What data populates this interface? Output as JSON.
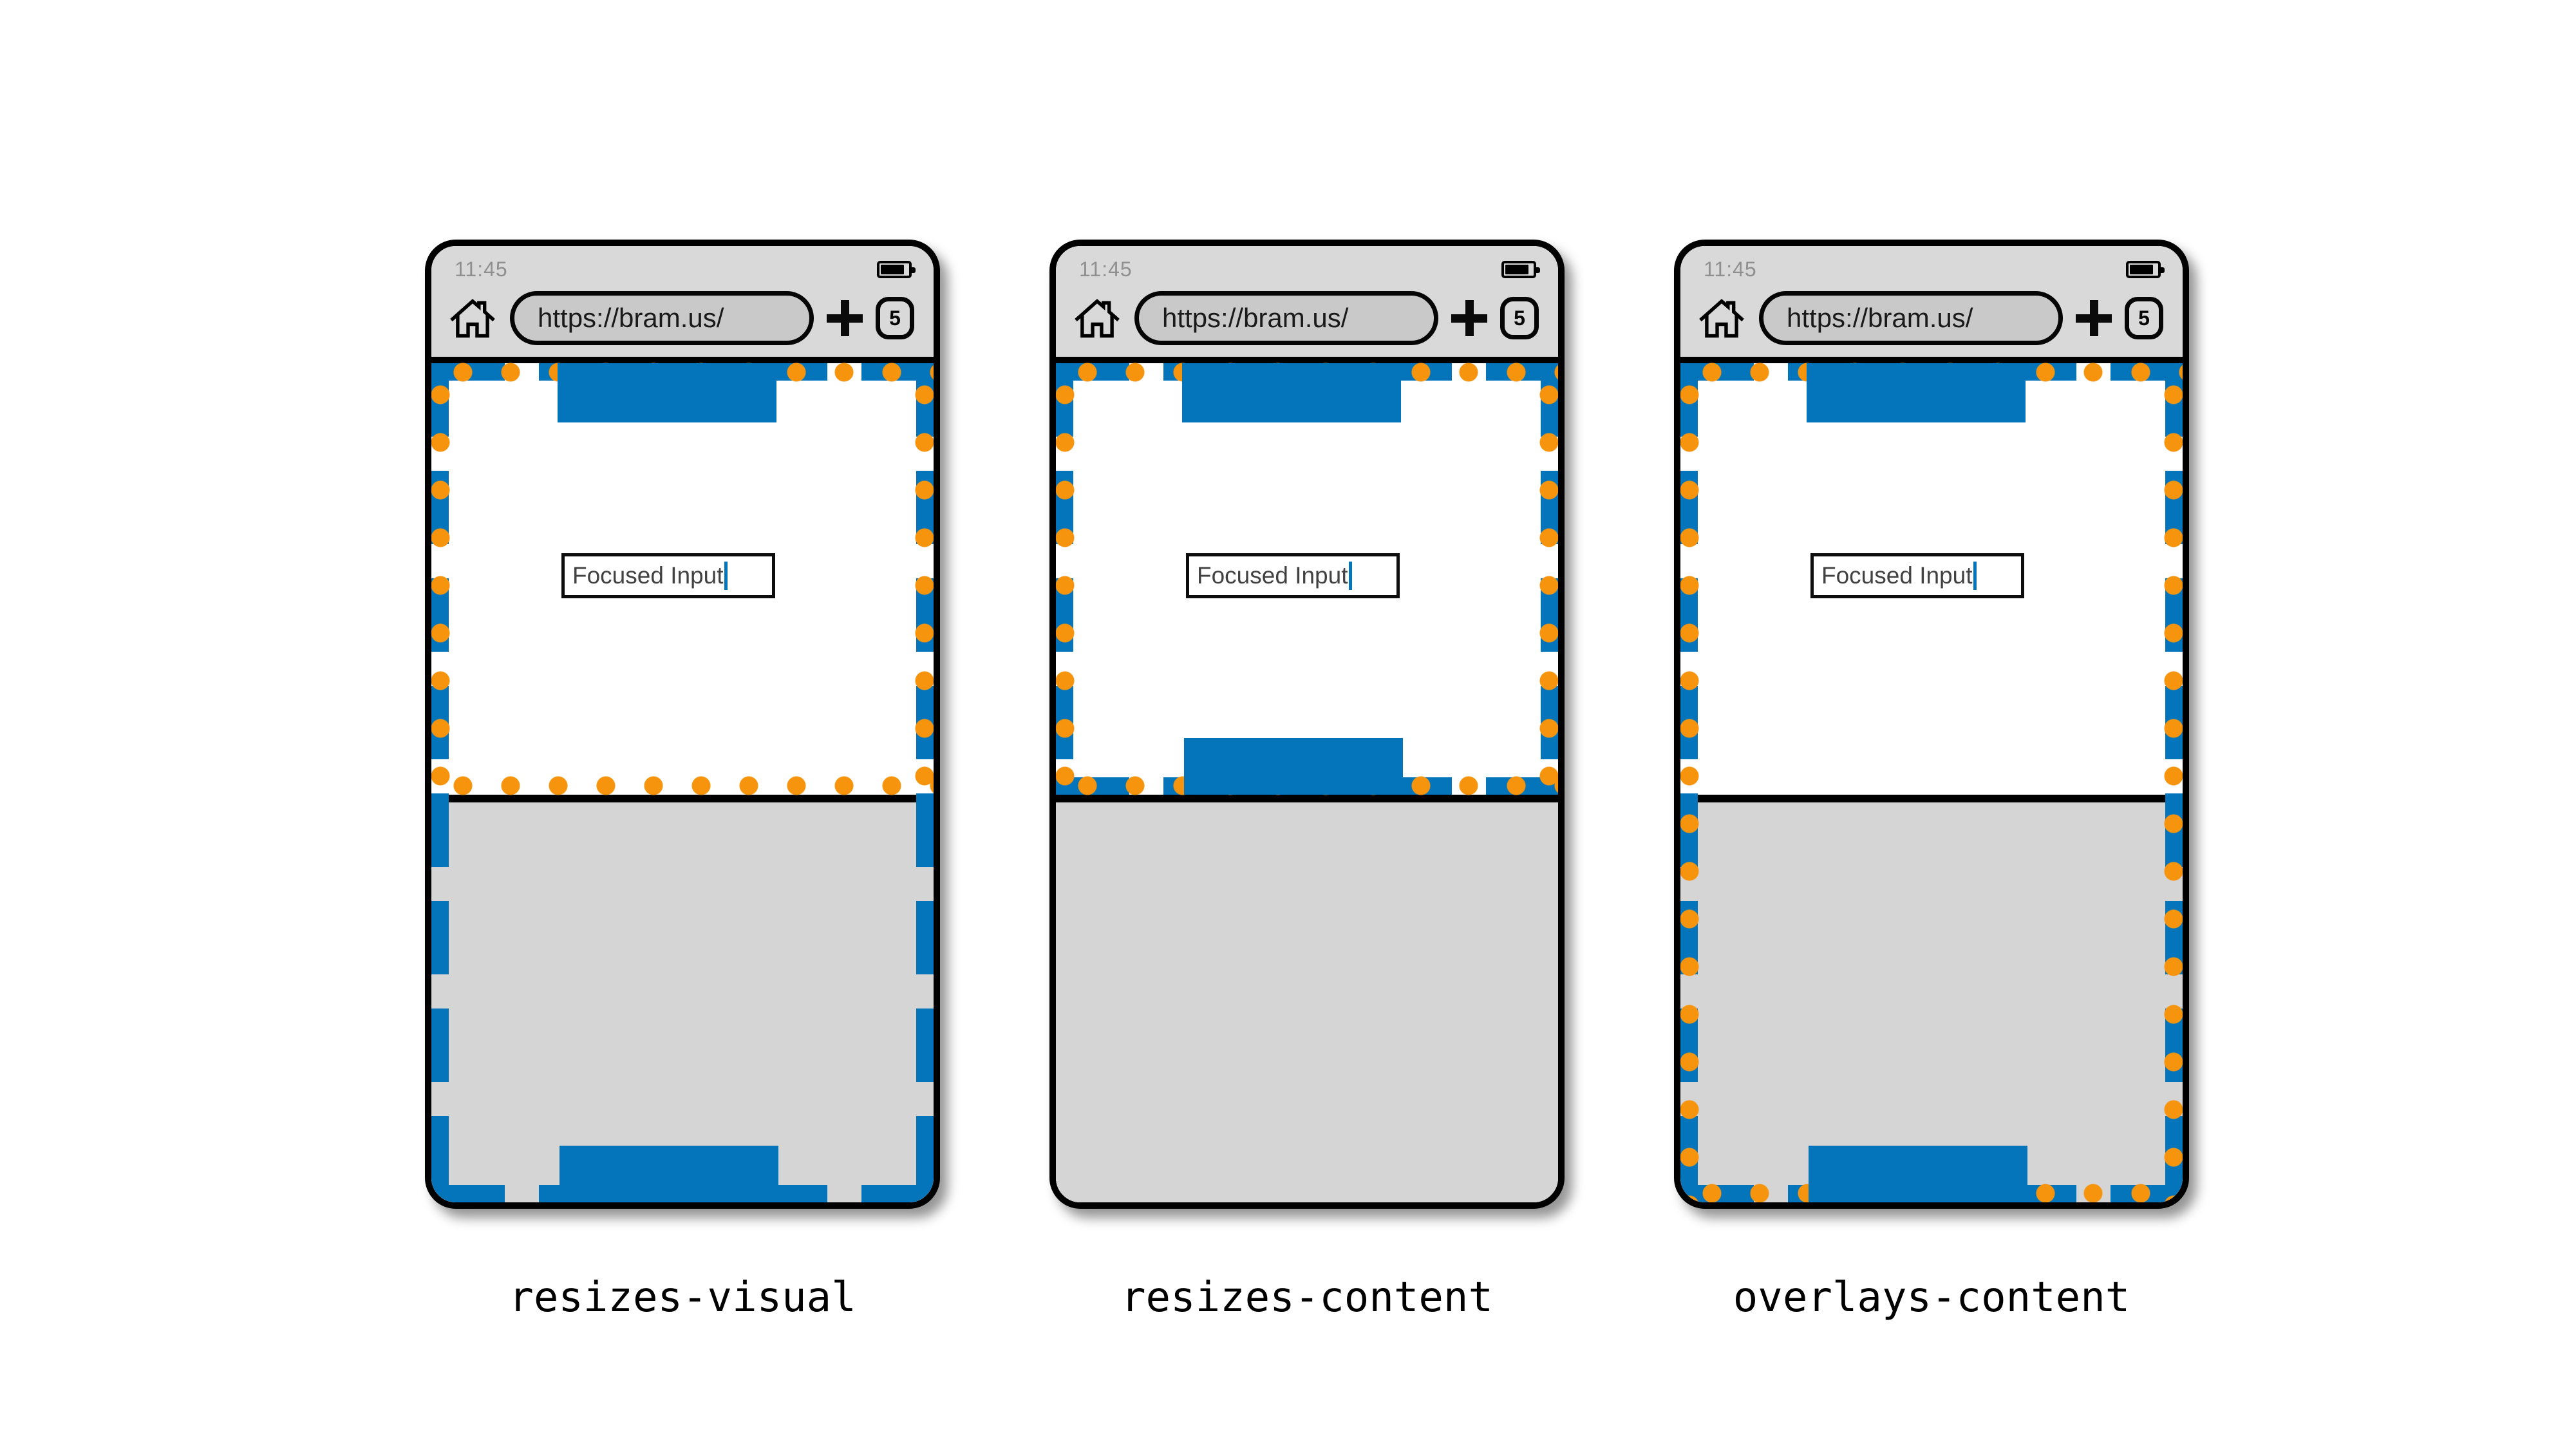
{
  "colors": {
    "viewport_blue": "#0575BB",
    "viewport_orange": "#F7940E",
    "chrome_gray": "#D9D9D9",
    "keyboard_gray": "#D5D5D5",
    "url_pill_gray": "#C9C9C9",
    "caret_blue": "#0575BB"
  },
  "phones": [
    {
      "caption": "resizes-visual",
      "status": {
        "time": "11:45",
        "battery_icon": "battery-icon"
      },
      "toolbar": {
        "home_icon": "home-icon",
        "url": "https://bram.us/",
        "plus_icon": "plus-icon",
        "tab_count": "5"
      },
      "content": {
        "input_value": "Focused Input"
      }
    },
    {
      "caption": "resizes-content",
      "status": {
        "time": "11:45",
        "battery_icon": "battery-icon"
      },
      "toolbar": {
        "home_icon": "home-icon",
        "url": "https://bram.us/",
        "plus_icon": "plus-icon",
        "tab_count": "5"
      },
      "content": {
        "input_value": "Focused Input"
      }
    },
    {
      "caption": "overlays-content",
      "status": {
        "time": "11:45",
        "battery_icon": "battery-icon"
      },
      "toolbar": {
        "home_icon": "home-icon",
        "url": "https://bram.us/",
        "plus_icon": "plus-icon",
        "tab_count": "5"
      },
      "content": {
        "input_value": "Focused Input"
      }
    }
  ]
}
